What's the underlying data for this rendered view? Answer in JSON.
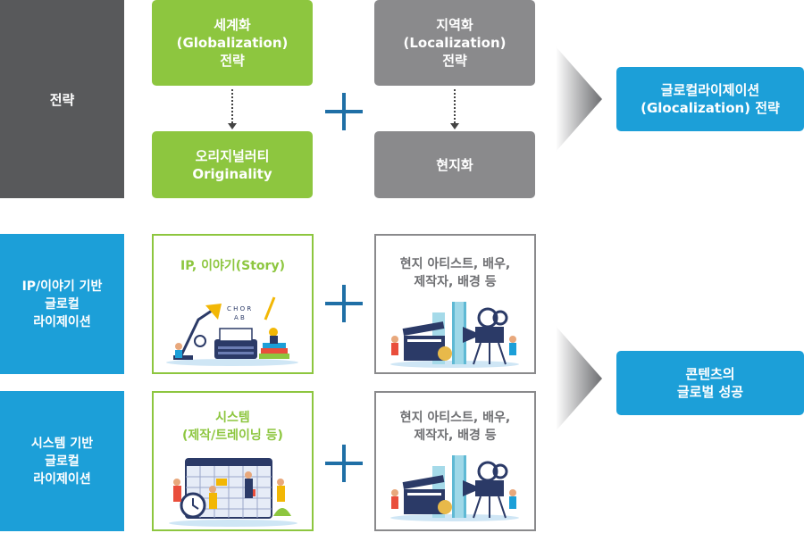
{
  "strategy": {
    "label": "전략"
  },
  "globalization": {
    "lines": [
      "세계화",
      "(Globalization)",
      "전략"
    ]
  },
  "localization": {
    "lines": [
      "지역화",
      "(Localization)",
      "전략"
    ]
  },
  "originality": {
    "lines": [
      "오리지널러티",
      "Originality"
    ]
  },
  "local": {
    "label": "현지화"
  },
  "glocalization": {
    "lines": [
      "글로컬라이제이션",
      "(Glocalization) 전략"
    ]
  },
  "ip_based": {
    "lines": [
      "IP/이야기 기반",
      "글로컬",
      "라이제이션"
    ]
  },
  "system_based": {
    "lines": [
      "시스템 기반",
      "글로컬",
      "라이제이션"
    ]
  },
  "ip_story": {
    "label": "IP, 이야기(Story)"
  },
  "system": {
    "lines": [
      "시스템",
      "(제작/트레이닝 등)"
    ]
  },
  "local_artists_1": {
    "lines": [
      "현지 아티스트, 배우,",
      "제작자, 배경 등"
    ]
  },
  "local_artists_2": {
    "lines": [
      "현지 아티스트, 배우,",
      "제작자, 배경 등"
    ]
  },
  "success": {
    "lines": [
      "콘텐츠의",
      "글로벌 성공"
    ]
  },
  "colors": {
    "green": "#8dc63f",
    "gray": "#8a8a8c",
    "dark": "#58595b",
    "blue": "#1c9fd8",
    "navy": "#1f6fa6"
  }
}
